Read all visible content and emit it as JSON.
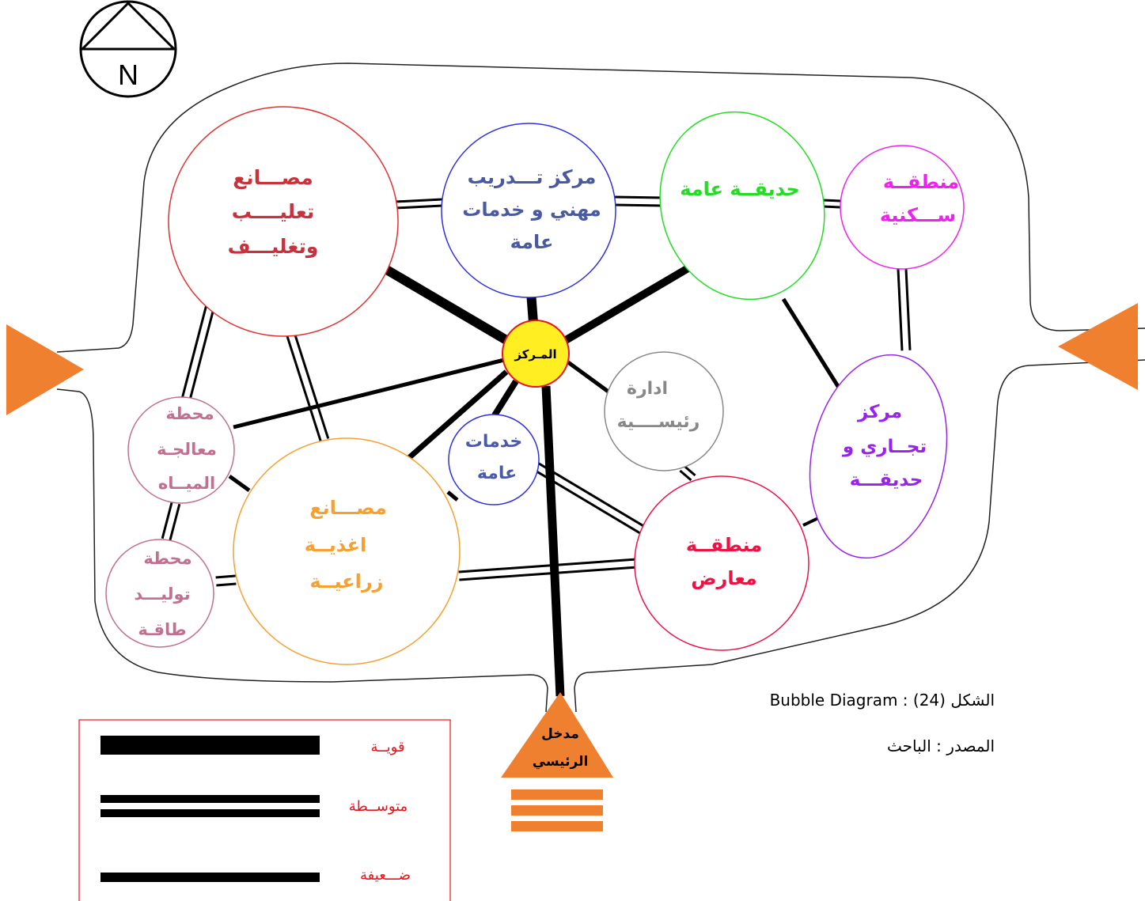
{
  "compass": {
    "label": "N"
  },
  "center_node": {
    "label": "المـركز",
    "fill": "#ffee22",
    "stroke": "#e8141c"
  },
  "nodes": {
    "packaging": {
      "lines": [
        "مصـــانع",
        "تعليــــب",
        "وتغليـــف"
      ],
      "color": "#c8323c"
    },
    "training": {
      "lines": [
        "مركز تـــدريب",
        "مهني و خدمات",
        "عامة"
      ],
      "color": "#4a5a9e"
    },
    "public_park": {
      "lines": [
        "حديقــة عامة"
      ],
      "color": "#22dd22"
    },
    "residential": {
      "lines": [
        "منطقــة",
        "ســـكنية"
      ],
      "color": "#ee22ee"
    },
    "water_plant": {
      "lines": [
        "محطة",
        "معالجـة",
        "الميــاه"
      ],
      "color": "#c07090"
    },
    "power_plant": {
      "lines": [
        "محطة",
        "توليـــد",
        "طاقـة"
      ],
      "color": "#c07090"
    },
    "food_factory": {
      "lines": [
        "مصـــانع",
        "اغذيــة",
        "زراعيــة"
      ],
      "color": "#f5a030"
    },
    "public_services": {
      "lines": [
        "خدمات",
        "عامة"
      ],
      "color": "#4a5aa8"
    },
    "administration": {
      "lines": [
        "ادارة",
        "رئيســــية"
      ],
      "color": "#888888"
    },
    "commercial": {
      "lines": [
        "مركز",
        "تجــاري و",
        "حديقـــة"
      ],
      "color": "#9922ee"
    },
    "exhibitions": {
      "lines": [
        "منطقــة",
        "معارض"
      ],
      "color": "#ee1144"
    }
  },
  "entrance": {
    "lines": [
      "مدخل",
      "الرئيسي"
    ],
    "color": "#ef8030"
  },
  "arrow_color": "#ef8030",
  "legend": {
    "strong": "قويــة",
    "medium": "متوســطة",
    "weak": "ضـــعيفة",
    "border_color": "#e8141c"
  },
  "caption": {
    "figure": "الشكل (24) : Bubble Diagram",
    "source": "المصدر : الباحث"
  }
}
